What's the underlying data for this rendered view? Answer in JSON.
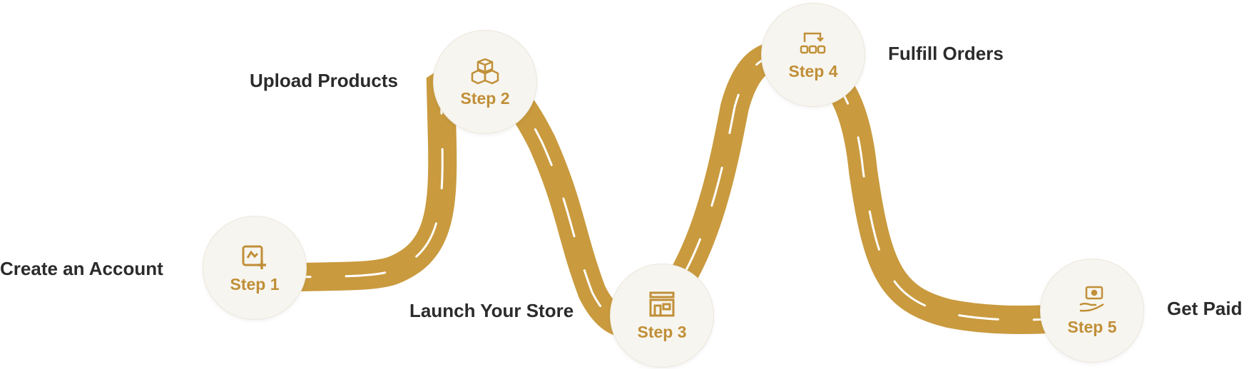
{
  "colors": {
    "road": "#c99a3e",
    "lane": "#ffffff",
    "node_bg": "#f7f5ef",
    "step_text": "#c08f38",
    "label_text": "#2b2b2b"
  },
  "steps": [
    {
      "step": "Step 1",
      "label": "Create an Account",
      "icon": "account-plus-icon"
    },
    {
      "step": "Step 2",
      "label": "Upload Products",
      "icon": "boxes-icon"
    },
    {
      "step": "Step 3",
      "label": "Launch Your Store",
      "icon": "store-icon"
    },
    {
      "step": "Step 4",
      "label": "Fulfill Orders",
      "icon": "fulfill-flow-icon"
    },
    {
      "step": "Step 5",
      "label": "Get Paid",
      "icon": "payment-hand-icon"
    }
  ]
}
